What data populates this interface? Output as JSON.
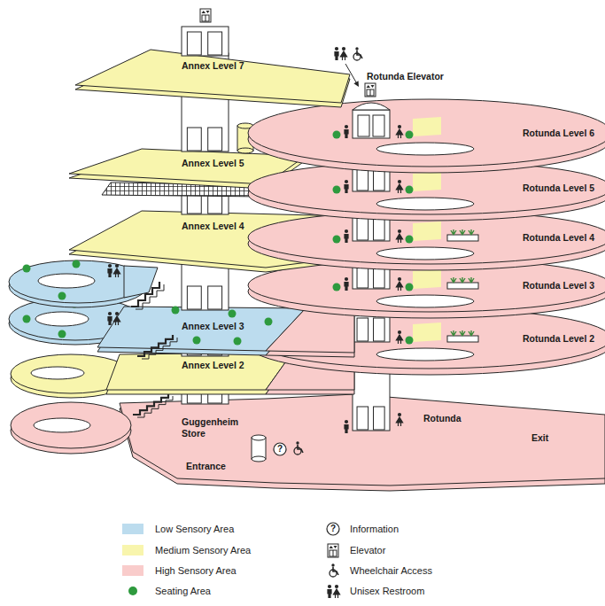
{
  "diagram": {
    "labels": [
      "Annex Level 7",
      "Rotunda Elevator",
      "Rotunda Level 6",
      "Annex Level 5",
      "Rotunda Level 5",
      "Annex Level 4",
      "Rotunda Level 4",
      "Rotunda Level 3",
      "Annex Level 3",
      "Rotunda Level 2",
      "Annex Level 2",
      "Guggenheim Store",
      "?",
      "Rotunda",
      "Entrance",
      "Exit",
      "?"
    ],
    "legend": [
      {
        "text": "Low Sensory Area",
        "color": "#bcdcee"
      },
      {
        "text": "Medium Sensory Area",
        "color": "#f8f5ad"
      },
      {
        "text": "High Sensory Area",
        "color": "#f9cccb"
      },
      {
        "text": "Seating Area",
        "color": "#2e9a3e"
      },
      {
        "text": "Information"
      },
      {
        "text": "Elevator"
      },
      {
        "text": "Wheelchair Access"
      },
      {
        "text": "Unisex Restroom"
      }
    ]
  }
}
